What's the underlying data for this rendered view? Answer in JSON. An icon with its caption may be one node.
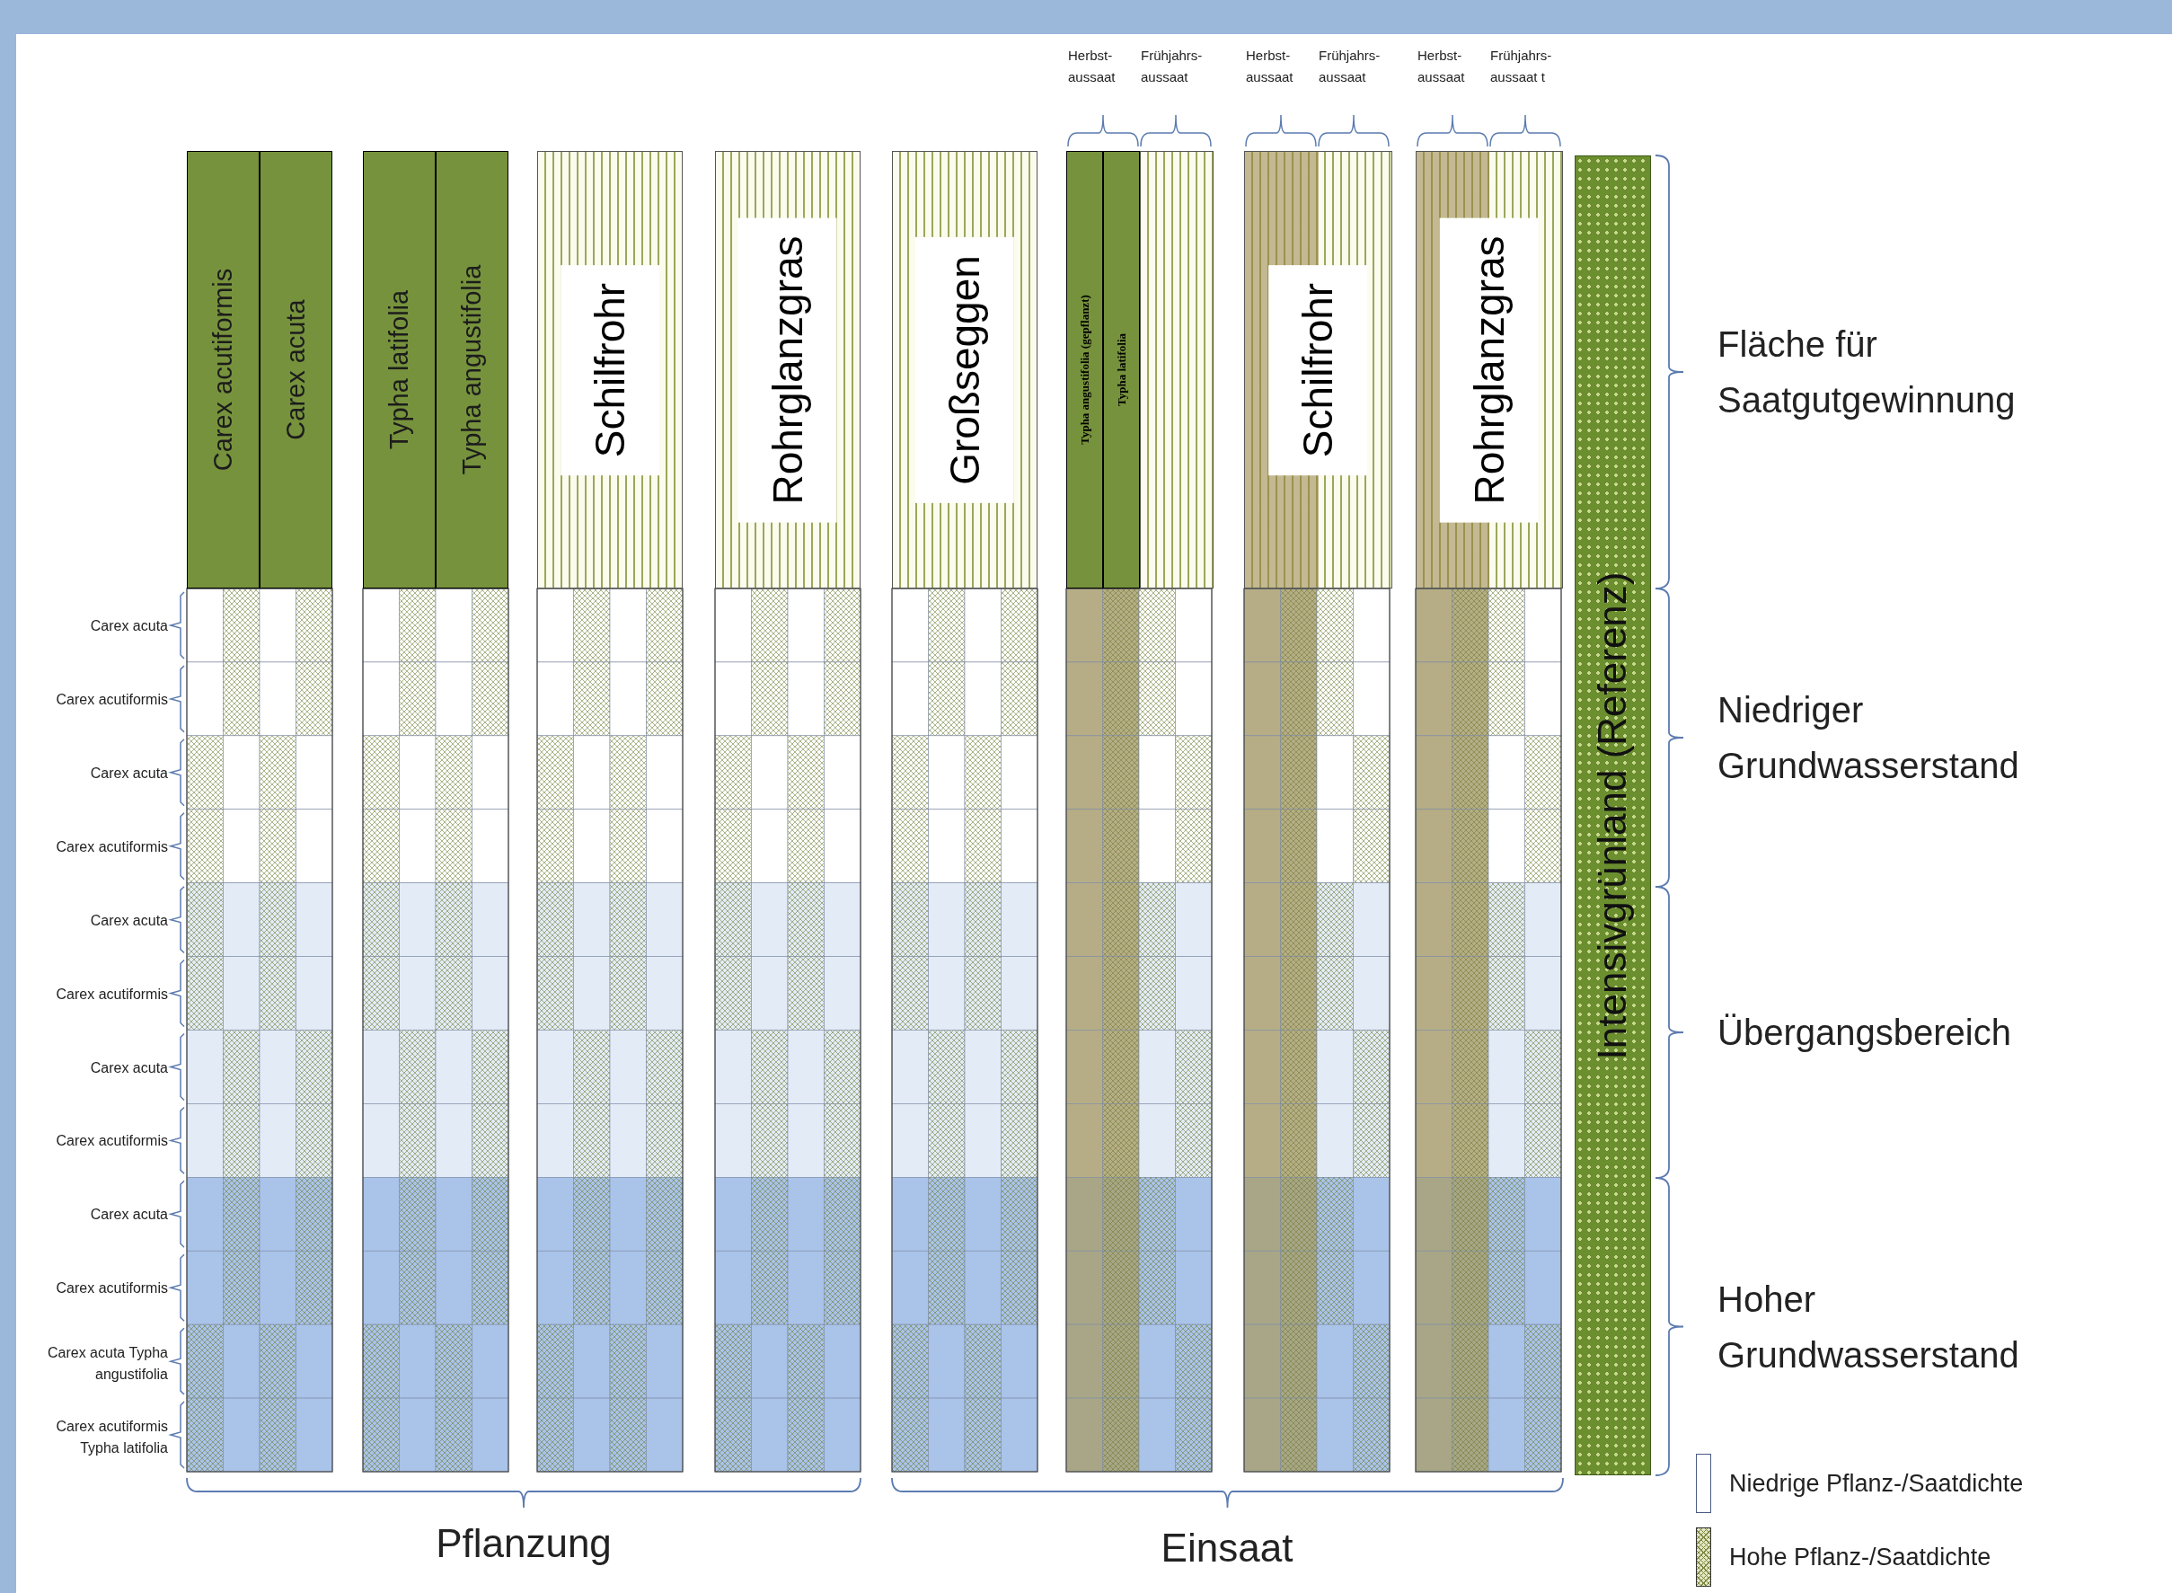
{
  "diagram": {
    "nodes": [
      {
        "text": [
          "Carex acutiformis"
        ]
      },
      {
        "text": [
          "Carex acuta"
        ]
      },
      {
        "text": [
          "Typha latifolia"
        ]
      },
      {
        "text": [
          "Typha angustifolia"
        ]
      },
      {
        "text": [
          "Schilfrohr"
        ]
      },
      {
        "text": [
          "Rohrglanzgras"
        ]
      },
      {
        "text": [
          "Großseggen"
        ]
      },
      {
        "text": [
          "Typha angustifolia (gepflanzt)"
        ]
      },
      {
        "text": [
          "Typha latifolia"
        ]
      },
      {
        "text": [
          "Schilfrohr"
        ]
      },
      {
        "text": [
          "Rohrglanzgras"
        ]
      },
      {
        "text": [
          "Intensivgrünland (Referenz)"
        ]
      }
    ],
    "labels": [
      "Herbst- aussaat",
      "Frühjahrs- aussaat",
      "Herbst- aussaat",
      "Frühjahrs- aussaat",
      "Herbst- aussaat",
      "Frühjahrs- aussaat t",
      "Carex acuta",
      "Carex acutiformis",
      "Carex acuta",
      "Carex acutiformis",
      "Carex acuta",
      "Carex acutiformis",
      "Carex acuta",
      "Carex acutiformis",
      "Carex acuta",
      "Carex acutiformis",
      "Carex acuta Typha angustifolia",
      "Carex acutiformis Typha latifolia",
      "Fläche für Saatgutgewinnung",
      "Niedriger Grundwasserstand",
      "Übergangsbereich",
      "Hoher Grundwasserstand",
      "Pflanzung",
      "Einsaat"
    ],
    "legend": [
      {
        "text": "Niedrige Pflanz-/Saatdichte",
        "color": "#ffffff"
      },
      {
        "text": "Hohe Pflanz-/Saatdichte"
      }
    ]
  }
}
